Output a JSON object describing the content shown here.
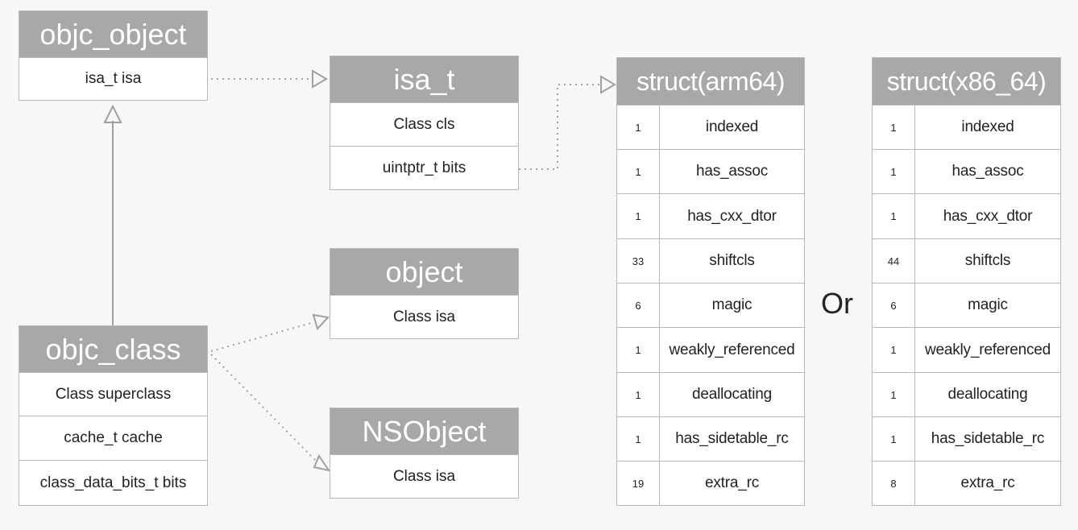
{
  "colors": {
    "header_bg": "#a8a8a8",
    "header_text": "#ffffff",
    "border": "#b9b9b9",
    "connector": "#a0a0a0"
  },
  "objc_object": {
    "title": "objc_object",
    "fields": [
      "isa_t isa"
    ]
  },
  "isa_t": {
    "title": "isa_t",
    "fields": [
      "Class cls",
      "uintptr_t bits"
    ]
  },
  "object": {
    "title": "object",
    "fields": [
      "Class isa"
    ]
  },
  "nsobject": {
    "title": "NSObject",
    "fields": [
      "Class isa"
    ]
  },
  "objc_class": {
    "title": "objc_class",
    "fields": [
      "Class superclass",
      "cache_t cache",
      "class_data_bits_t bits"
    ]
  },
  "struct_arm64": {
    "title": "struct(arm64)",
    "rows": [
      {
        "bits": "1",
        "name": "indexed"
      },
      {
        "bits": "1",
        "name": "has_assoc"
      },
      {
        "bits": "1",
        "name": "has_cxx_dtor"
      },
      {
        "bits": "33",
        "name": "shiftcls"
      },
      {
        "bits": "6",
        "name": "magic"
      },
      {
        "bits": "1",
        "name": "weakly_referenced"
      },
      {
        "bits": "1",
        "name": "deallocating"
      },
      {
        "bits": "1",
        "name": "has_sidetable_rc"
      },
      {
        "bits": "19",
        "name": "extra_rc"
      }
    ]
  },
  "struct_x86_64": {
    "title": "struct(x86_64)",
    "rows": [
      {
        "bits": "1",
        "name": "indexed"
      },
      {
        "bits": "1",
        "name": "has_assoc"
      },
      {
        "bits": "1",
        "name": "has_cxx_dtor"
      },
      {
        "bits": "44",
        "name": "shiftcls"
      },
      {
        "bits": "6",
        "name": "magic"
      },
      {
        "bits": "1",
        "name": "weakly_referenced"
      },
      {
        "bits": "1",
        "name": "deallocating"
      },
      {
        "bits": "1",
        "name": "has_sidetable_rc"
      },
      {
        "bits": "8",
        "name": "extra_rc"
      }
    ]
  },
  "or_label": "Or"
}
